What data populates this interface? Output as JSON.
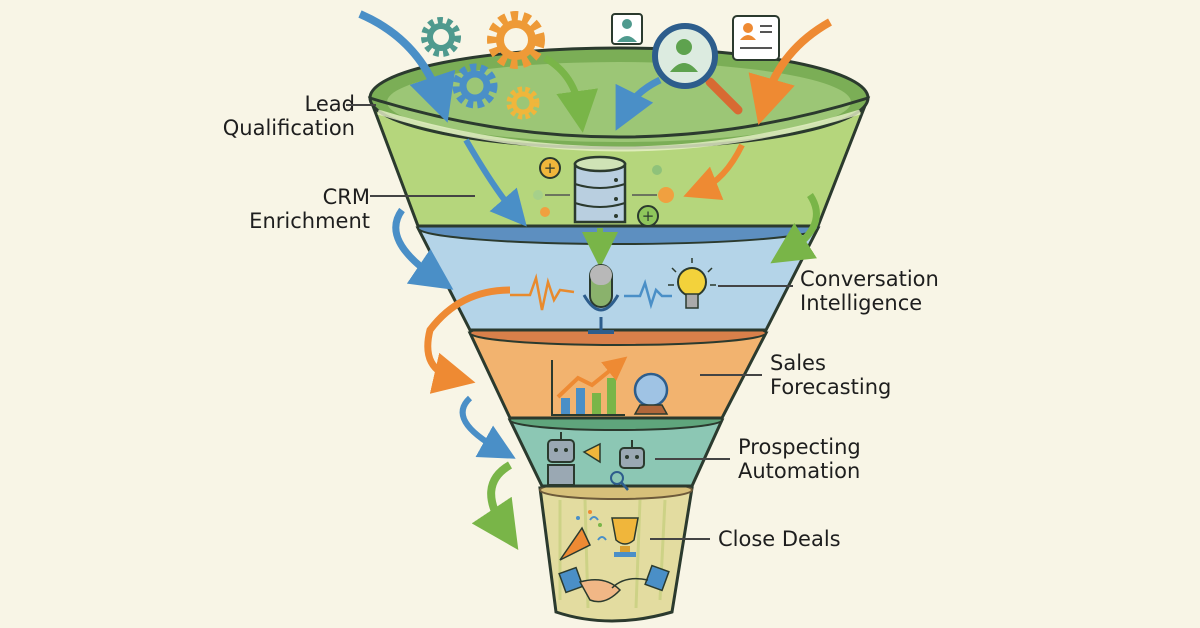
{
  "diagram": {
    "type": "sales-funnel-illustration",
    "stages": [
      {
        "id": "lead-qualification",
        "line1": "Lead",
        "line2": "Qualification",
        "color": "#8cbf4f",
        "icons": [
          "gear-icon",
          "magnifier-person-icon",
          "profile-card-icon",
          "chat-person-icon"
        ]
      },
      {
        "id": "crm-enrichment",
        "line1": "CRM",
        "line2": "Enrichment",
        "color": "#a8cf6a",
        "icons": [
          "database-icon",
          "plus-node-icon"
        ]
      },
      {
        "id": "conversation-intelligence",
        "line1": "Conversation",
        "line2": "Intelligence",
        "color": "#7fb0d6",
        "icons": [
          "microphone-icon",
          "soundwave-icon",
          "lightbulb-icon"
        ]
      },
      {
        "id": "sales-forecasting",
        "line1": "Sales",
        "line2": "Forecasting",
        "color": "#eea45a",
        "icons": [
          "bar-chart-trend-icon",
          "crystal-ball-icon"
        ]
      },
      {
        "id": "prospecting-automation",
        "line1": "Prospecting",
        "line2": "Automation",
        "color": "#7cbba6",
        "icons": [
          "robot-megaphone-icon",
          "robot-magnifier-icon"
        ]
      },
      {
        "id": "close-deals",
        "line1": "Close Deals",
        "line2": "",
        "color": "#d9d28a",
        "icons": [
          "party-popper-icon",
          "trophy-icon",
          "handshake-icon"
        ]
      }
    ]
  },
  "colors": {
    "background": "#f8f5e6",
    "outline": "#2b3a2e",
    "blue": "#4a8fc7",
    "green": "#79b548",
    "orange": "#ee8a33",
    "teal": "#4f9a8e",
    "yellow": "#f0b63b"
  }
}
